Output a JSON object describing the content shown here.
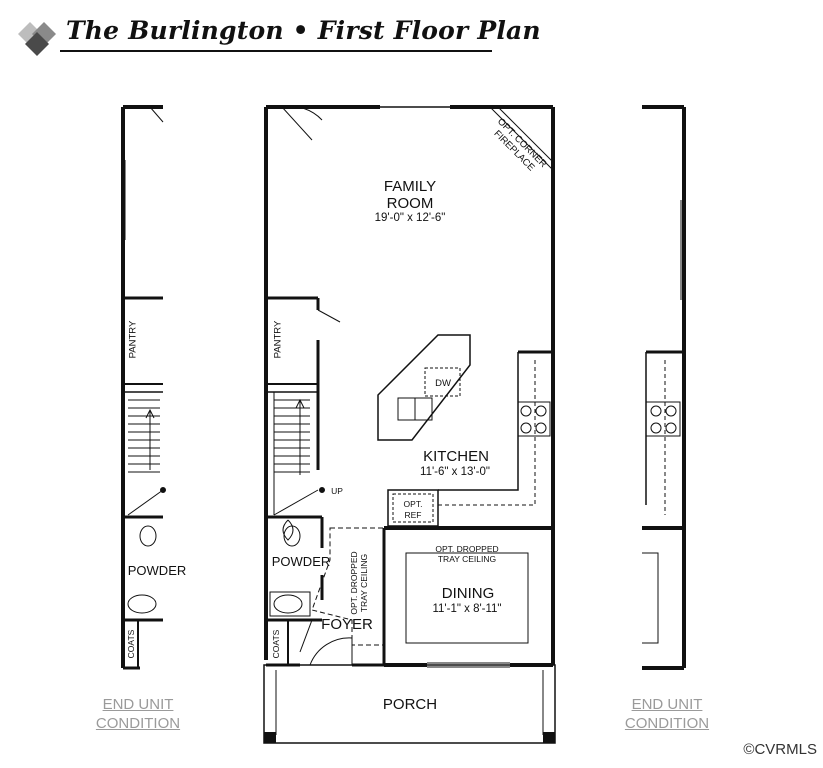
{
  "title": "The Burlington • First Floor Plan",
  "rooms": {
    "family_room": {
      "name_line1": "FAMILY",
      "name_line2": "ROOM",
      "dimensions": "19'-0\" x 12'-6\""
    },
    "kitchen": {
      "name": "KITCHEN",
      "dimensions": "11'-6\" x 13'-0\""
    },
    "dining": {
      "name": "DINING",
      "dimensions": "11'-1\" x 8'-11\"",
      "ceiling_note_line1": "OPT. DROPPED",
      "ceiling_note_line2": "TRAY CEILING"
    },
    "foyer": {
      "name": "FOYER",
      "ceiling_note_line1": "OPT. DROPPED",
      "ceiling_note_line2": "TRAY CEILING"
    },
    "porch": {
      "name": "PORCH"
    },
    "powder": {
      "name": "POWDER"
    },
    "pantry": {
      "name": "PANTRY"
    },
    "coats": {
      "name": "COATS"
    }
  },
  "fixtures": {
    "fireplace_line1": "OPT. CORNER",
    "fireplace_line2": "FIREPLACE",
    "dishwasher": "DW",
    "refrigerator_line1": "OPT.",
    "refrigerator_line2": "REF",
    "stairs_up": "UP"
  },
  "end_unit_note": {
    "line1": "END UNIT",
    "line2": "CONDITION"
  },
  "copyright": "©CVRMLS",
  "colors": {
    "wall": "#111111",
    "note_gray": "#9a9a9a"
  }
}
